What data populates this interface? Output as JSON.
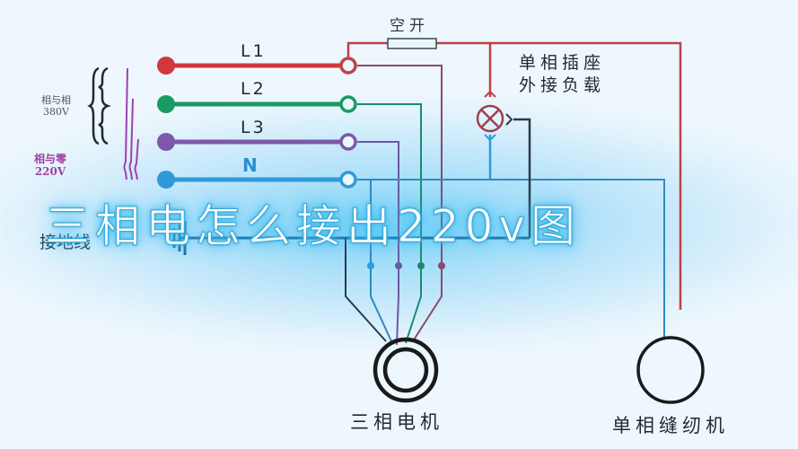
{
  "title": "三相电怎么接出220v图",
  "lines": [
    {
      "id": "L1",
      "label": "L1",
      "color": "#d0383c"
    },
    {
      "id": "L2",
      "label": "L2",
      "color": "#1a9a63"
    },
    {
      "id": "L3",
      "label": "L3",
      "color": "#7d58a8"
    },
    {
      "id": "N",
      "label": "N",
      "color": "#2f9ad8"
    }
  ],
  "voltage_labels": {
    "phase_to_phase": {
      "text": "相与相",
      "value": "380V"
    },
    "phase_to_neutral": {
      "text": "相与零",
      "value": "220V"
    }
  },
  "breaker_label": "空开",
  "socket_label": {
    "line1": "单相插座",
    "line2": "外接负载"
  },
  "ground_label": "接地线",
  "devices": {
    "three_phase_motor": "三相电机",
    "single_phase_machine": "单相缝纫机"
  },
  "colors": {
    "wire_dark": "#2b3a4a",
    "ground_blue": "#1e6fa0",
    "background": "#dff0fb"
  }
}
